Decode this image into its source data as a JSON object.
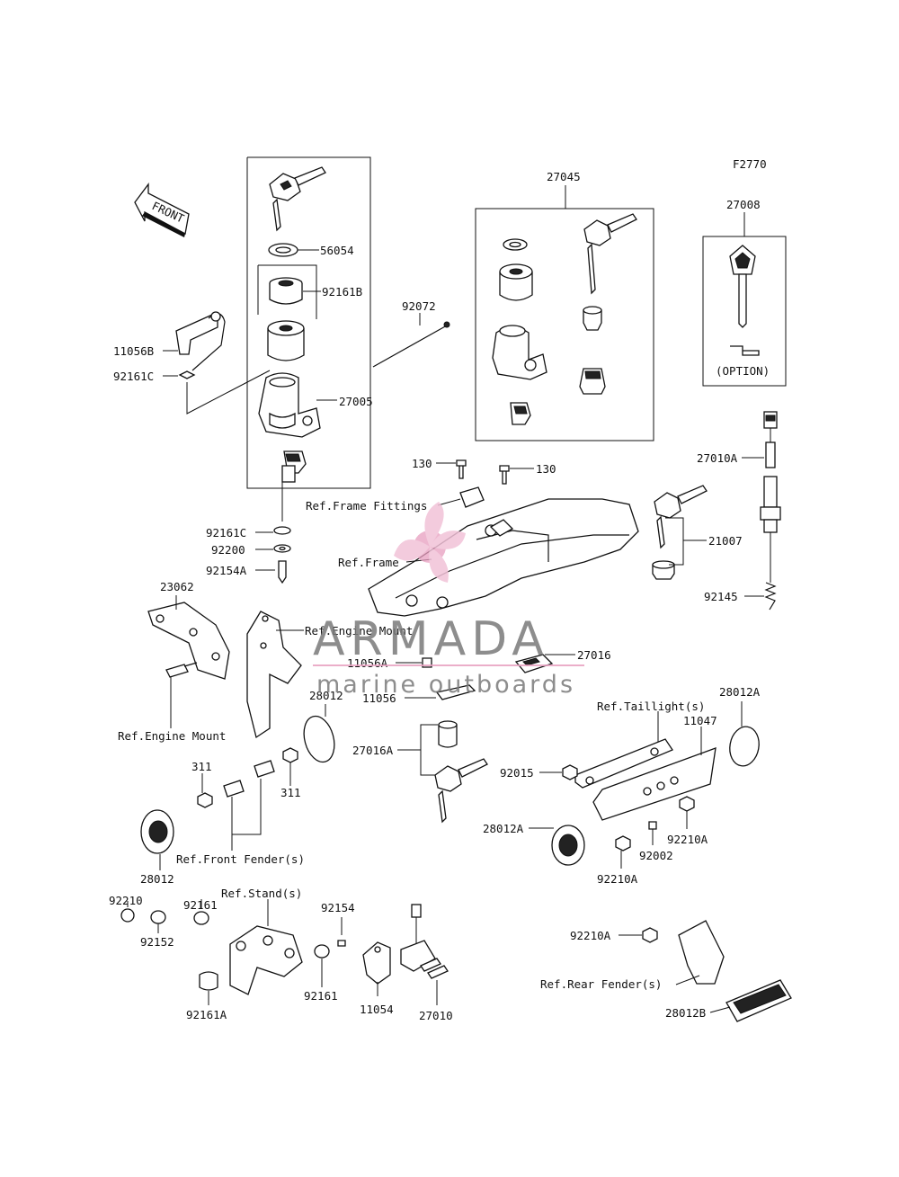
{
  "figure_code": "F2770",
  "front_arrow_label": "FRONT",
  "option_label": "(OPTION)",
  "watermark": {
    "brand": "ARMADA",
    "tagline": "marine outboards",
    "brand_color": "#e8a0c0"
  },
  "labels": {
    "p56054": "56054",
    "p92161B": "92161B",
    "p11056B": "11056B",
    "p92161C_top": "92161C",
    "p27005": "27005",
    "p92161C": "92161C",
    "p92200": "92200",
    "p92154A": "92154A",
    "p92072": "92072",
    "p27045": "27045",
    "p27008": "27008",
    "p27010A": "27010A",
    "p130a": "130",
    "p130b": "130",
    "refFrameFittings": "Ref.Frame Fittings",
    "refFrame": "Ref.Frame",
    "p21007": "21007",
    "p92145": "92145",
    "p23062": "23062",
    "refEngineMount1": "Ref.Engine Mount",
    "refEngineMount2": "Ref.Engine Mount",
    "p11056A": "11056A",
    "p11056": "11056",
    "p27016": "27016",
    "p27016A": "27016A",
    "p28012_top": "28012",
    "p311a": "311",
    "p311b": "311",
    "refFrontFender": "Ref.Front Fender(s)",
    "p28012_bot": "28012",
    "refTaillight": "Ref.Taillight(s)",
    "p11047": "11047",
    "p28012A_top": "28012A",
    "p92015": "92015",
    "p28012A": "28012A",
    "p92002": "92002",
    "p92210A_a": "92210A",
    "p92210A_b": "92210A",
    "p92210": "92210",
    "p92161": "92161",
    "refStand": "Ref.Stand(s)",
    "p92154": "92154",
    "p92152": "92152",
    "p92161_b": "92161",
    "p92161A": "92161A",
    "p11054": "11054",
    "p27010": "27010",
    "p92210A_c": "92210A",
    "refRearFender": "Ref.Rear Fender(s)",
    "p28012B": "28012B"
  }
}
